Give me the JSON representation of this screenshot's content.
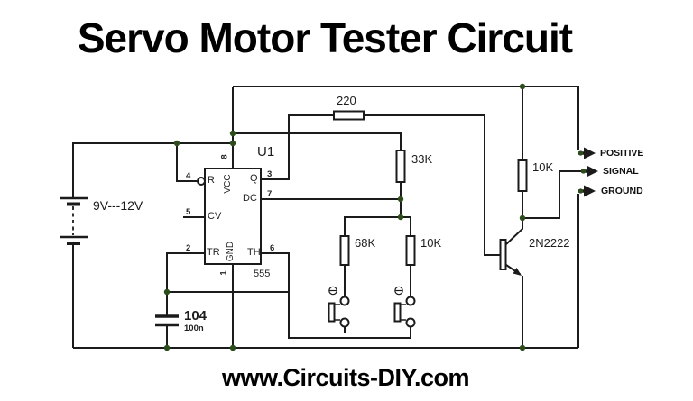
{
  "title": "Servo Motor Tester Circuit",
  "footer": "www.Circuits-DIY.com",
  "ic": {
    "designator": "U1",
    "part_number": "555",
    "pins": {
      "vcc": {
        "num": "8",
        "name": "VCC"
      },
      "r": {
        "num": "4",
        "name": "R"
      },
      "q": {
        "num": "3",
        "name": "Q"
      },
      "dc": {
        "num": "7",
        "name": "DC"
      },
      "cv": {
        "num": "5",
        "name": "CV"
      },
      "tr": {
        "num": "2",
        "name": "TR"
      },
      "th": {
        "num": "6",
        "name": "TH"
      },
      "gnd": {
        "num": "1",
        "name": "GND"
      }
    }
  },
  "components": {
    "battery": "9V---12V",
    "resistor_220": "220",
    "resistor_33k": "33K",
    "resistor_68k": "68K",
    "resistor_10k_timing": "10K",
    "resistor_10k_output": "10K",
    "capacitor_code": "104",
    "capacitor_value": "100n",
    "transistor": "2N2222"
  },
  "outputs": {
    "positive": "POSITIVE",
    "signal": "SIGNAL",
    "ground": "GROUND"
  },
  "colors": {
    "wire": "#1b1b1b",
    "junction_dot": "#2c4c1c",
    "background": "#ffffff",
    "text": "#000000"
  }
}
